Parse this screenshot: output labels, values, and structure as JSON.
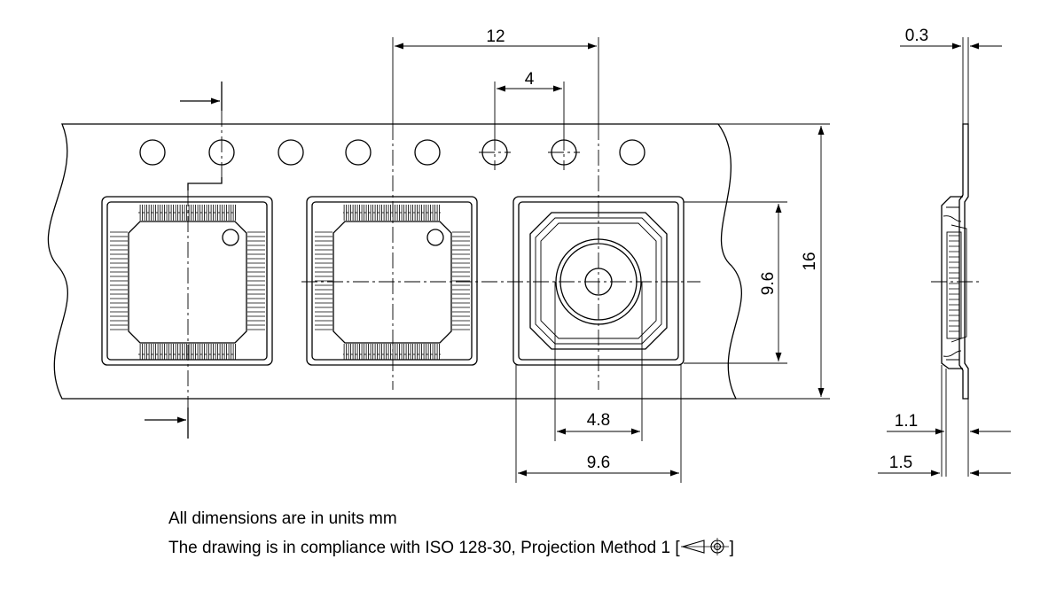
{
  "dimensions": {
    "pitch": "12",
    "hole_pitch": "4",
    "pocket_height": "9.6",
    "tape_width": "16",
    "pocket_center_width": "4.8",
    "pocket_width": "9.6",
    "tape_thickness": "0.3",
    "pocket_depth_inner": "1.1",
    "pocket_depth_total": "1.5"
  },
  "notes": {
    "units": "All dimensions are in units mm",
    "compliance_prefix": "The drawing is in compliance with ISO 128-30, Projection Method 1 [",
    "compliance_suffix": "]"
  }
}
